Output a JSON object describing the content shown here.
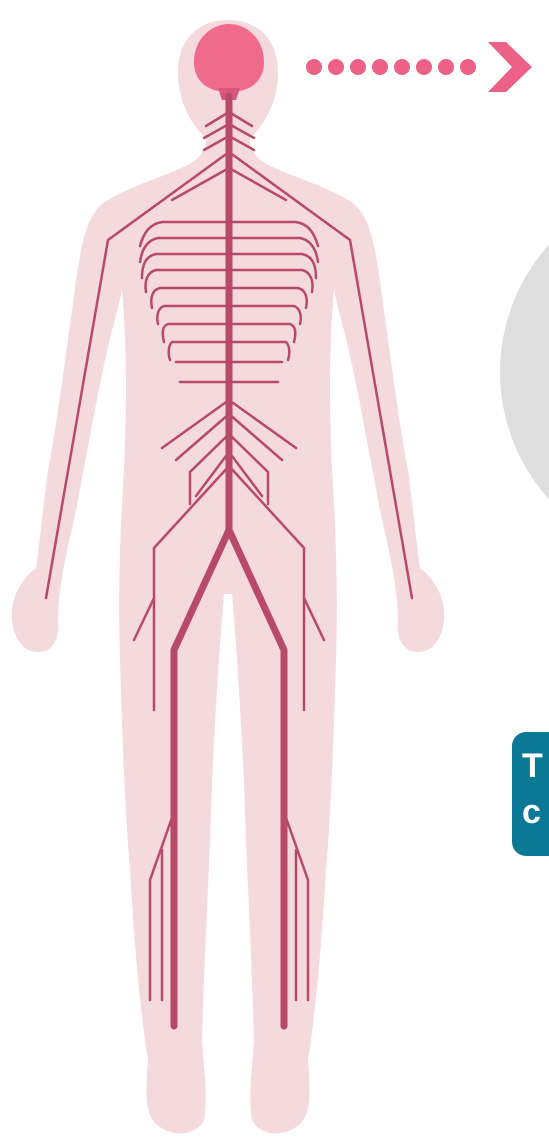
{
  "colors": {
    "body_fill": "#f4d9dd",
    "nerve": "#b84a69",
    "brain": "#f06a8c",
    "brain_stem": "#d9557a",
    "arrow": "#ee6187",
    "circle_fill": "#dedede",
    "callout_bg": "#0b7896",
    "callout_text": "#ffffff"
  },
  "icons": {
    "figure": "human-nervous-system-icon",
    "brain": "brain-icon",
    "arrow": "chevron-right-icon",
    "dots": "dotted-connector"
  },
  "callout": {
    "line1": "T",
    "line2": "c"
  }
}
